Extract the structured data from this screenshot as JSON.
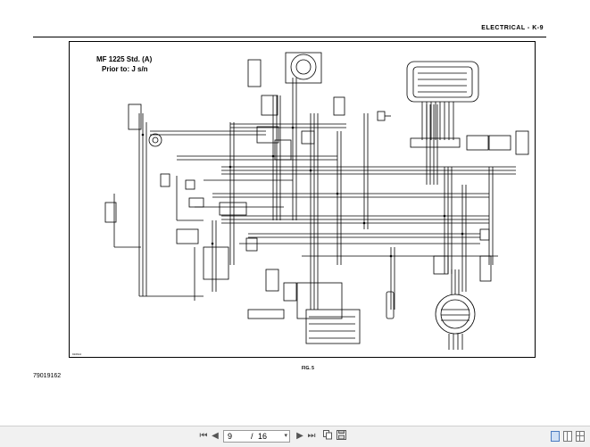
{
  "document": {
    "header": "ELECTRICAL - K-9",
    "diagram_title": "MF 1225 Std. (A)",
    "diagram_subtitle": "Prior to: J s/n",
    "figure_label": "FIG. 5",
    "doc_number": "79019162",
    "stamp": "910614"
  },
  "toolbar": {
    "first_label": "⏮",
    "prev_label": "◀",
    "page_current": "9",
    "page_separator": "/",
    "page_total": "16",
    "dropdown_label": "▾",
    "next_label": "▶",
    "last_label": "⏭",
    "icons": [
      "first-page-icon",
      "prev-page-icon",
      "next-page-icon",
      "last-page-icon",
      "copy-icon",
      "save-icon",
      "single-page-view-icon",
      "two-page-view-icon",
      "grid-view-icon"
    ]
  }
}
